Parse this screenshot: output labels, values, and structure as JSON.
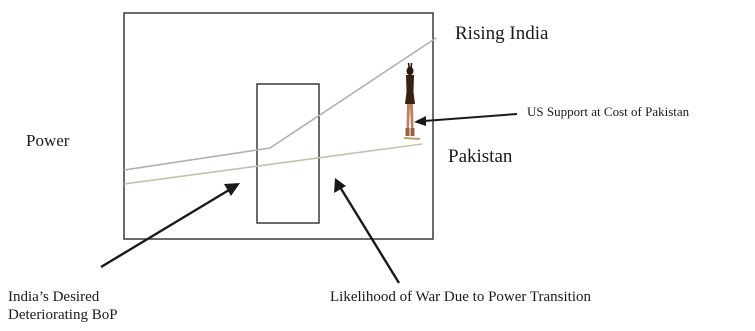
{
  "labels": {
    "y_axis": "Power",
    "rising_india": "Rising India",
    "pakistan": "Pakistan",
    "us_support": "US Support at Cost of Pakistan",
    "india_desired_line1": "India’s Desired",
    "india_desired_line2": "Deteriorating BoP",
    "war_likelihood": "Likelihood of  War Due to Power Transition"
  },
  "colors": {
    "frame": "#3a3a3a",
    "rising_line": "#b0b0b0",
    "pakistan_line": "#c8c0a8",
    "arrow": "#1a1a1a",
    "figure": "#2a1a10"
  }
}
